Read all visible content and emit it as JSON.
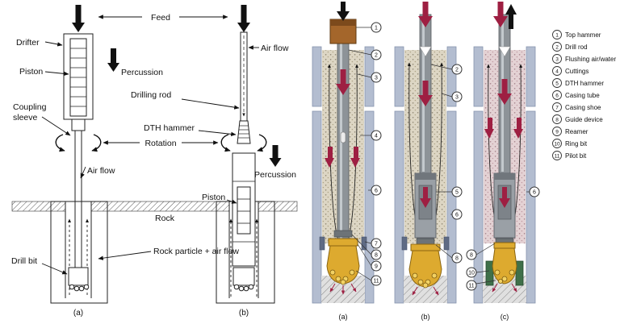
{
  "left": {
    "feed": "Feed",
    "drifter": "Drifter",
    "piston_a": "Piston",
    "percussion_a": "Percussion",
    "coupling_line1": "Coupling",
    "coupling_line2": "sleeve",
    "drilling_rod": "Drilling rod",
    "dth_hammer": "DTH hammer",
    "rotation": "Rotation",
    "air_flow_a": "Air flow",
    "air_flow_b": "Air flow",
    "percussion_b": "Percussion",
    "piston_b": "Piston",
    "rock": "Rock",
    "drill_bit": "Drill bit",
    "rock_particle": "Rock particle + air flow",
    "sub_a": "(a)",
    "sub_b": "(b)"
  },
  "right": {
    "sub_a": "(a)",
    "sub_b": "(b)",
    "sub_c": "(c)",
    "callouts": {
      "a": [
        "1",
        "2",
        "3",
        "4",
        "6",
        "7",
        "8",
        "9",
        "11"
      ],
      "b": [
        "2",
        "3",
        "5",
        "6",
        "8"
      ],
      "c": [
        "6",
        "8",
        "10",
        "11"
      ]
    },
    "legend": [
      {
        "num": "1",
        "label": "Top hammer"
      },
      {
        "num": "2",
        "label": "Drill rod"
      },
      {
        "num": "3",
        "label": "Flushing air/water"
      },
      {
        "num": "4",
        "label": "Cuttings"
      },
      {
        "num": "5",
        "label": "DTH hammer"
      },
      {
        "num": "6",
        "label": "Casing tube"
      },
      {
        "num": "7",
        "label": "Casing shoe"
      },
      {
        "num": "8",
        "label": "Guide device"
      },
      {
        "num": "9",
        "label": "Reamer"
      },
      {
        "num": "10",
        "label": "Ring bit"
      },
      {
        "num": "11",
        "label": "Pilot bit"
      }
    ]
  }
}
